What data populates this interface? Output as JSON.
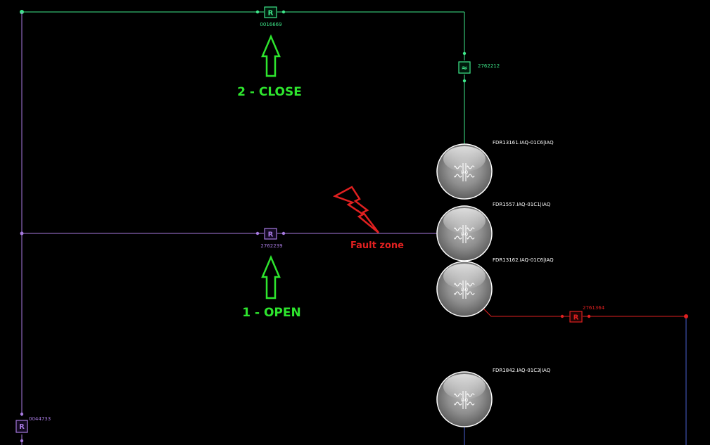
{
  "colors": {
    "green": "#3ee88a",
    "purple": "#a77ae0",
    "red": "#e02020",
    "blue": "#4a5fd0",
    "bright_green": "#2ee52e",
    "white": "#ffffff"
  },
  "switches": {
    "top": {
      "id": "0016669",
      "symbol": "R"
    },
    "right_vertical": {
      "id": "2762212",
      "symbol": "≈"
    },
    "middle": {
      "id": "2762239",
      "symbol": "R"
    },
    "red": {
      "id": "2761364",
      "symbol": "R"
    },
    "bottom_left": {
      "id": "0044733",
      "symbol": "R"
    }
  },
  "feeders": [
    {
      "name": "FDR13161.IAQ-01C6|IAQ",
      "tag": "IAQ"
    },
    {
      "name": "FDR1557.IAQ-01C1|IAQ",
      "tag": "IAQ"
    },
    {
      "name": "FDR13162.IAQ-01C6|IAQ",
      "tag": "IAQ"
    },
    {
      "name": "FDR1842.IAQ-01C3|IAQ",
      "tag": "IAQ"
    }
  ],
  "annotations": {
    "close_label": "2 - CLOSE",
    "open_label": "1 - OPEN",
    "fault_label": "Fault zone"
  }
}
